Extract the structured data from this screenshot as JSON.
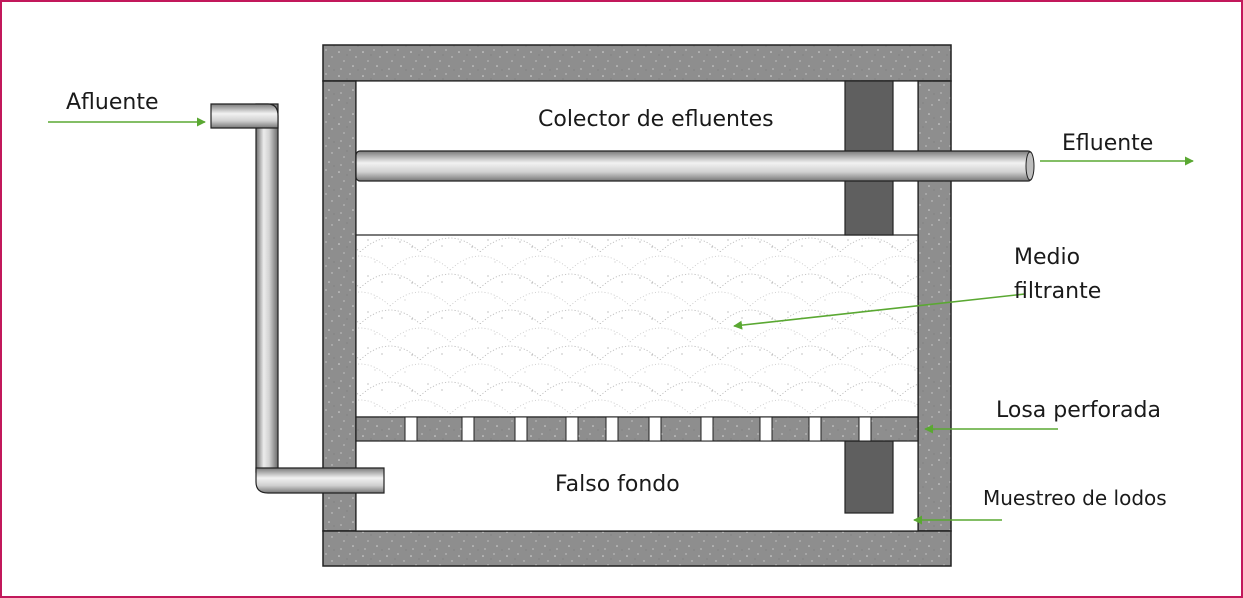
{
  "labels": {
    "afluente": "Afluente",
    "efluente": "Efluente",
    "colector": "Colector de efluentes",
    "medio_line1": "Medio",
    "medio_line2": "filtrante",
    "losa": "Losa perforada",
    "falso_fondo": "Falso fondo",
    "muestreo": "Muestreo de lodos"
  },
  "colors": {
    "border": "#c2185b",
    "concrete": "#8e8e8e",
    "outline": "#222222",
    "arrow": "#5aa832",
    "column": "#5f5f5f"
  }
}
